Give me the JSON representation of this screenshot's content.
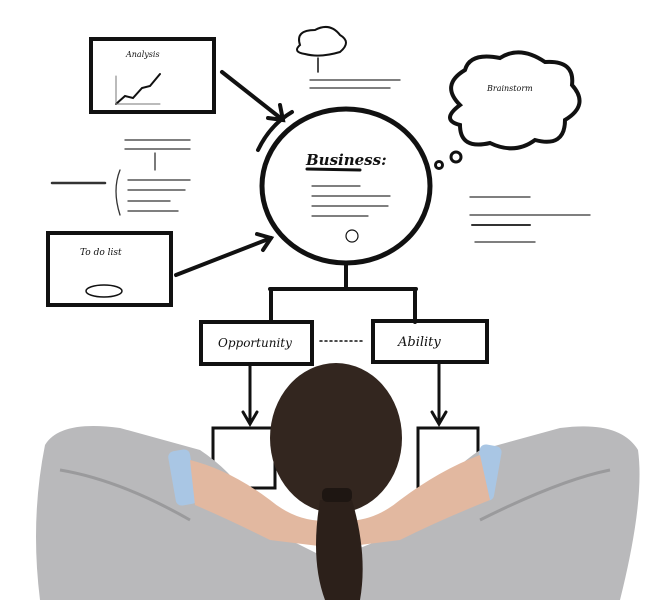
{
  "diagram": {
    "center_title": "Business:",
    "box_left_title": "Opportunity",
    "box_right_title": "Ability",
    "todo_title": "To do list",
    "chart_box_title": "Analysis",
    "cloud_title": "Brainstorm"
  },
  "colors": {
    "ink": "#111111",
    "shirt": "#b9b9bb",
    "hair": "#33261f",
    "skin": "#e2b8a0",
    "cuff": "#a9c6e4"
  }
}
